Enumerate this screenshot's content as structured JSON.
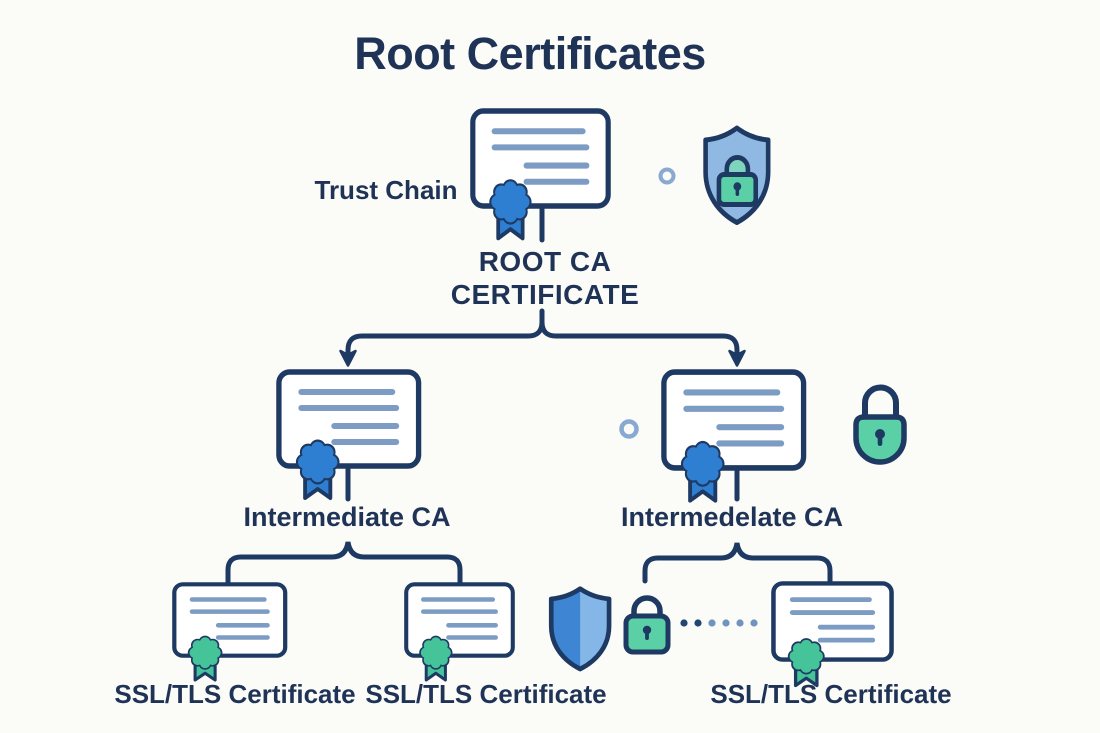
{
  "title": "Root Certificates",
  "labels": {
    "trust_chain": "Trust Chain",
    "root_ca_line1": "ROOT CA",
    "root_ca_line2": "CERTIFICATE",
    "intermediate_left": "Intermediate CA",
    "intermediate_right": "Intermedelate CA",
    "ssl_left": "SSL/TLS Certificate",
    "ssl_middle": "SSL/TLS Certificate",
    "ssl_right": "SSL/TLS Certificate"
  },
  "icons": {
    "root_certificate": "certificate-with-blue-rosette-icon",
    "trust_shield": "blue-shield-with-green-padlock-icon",
    "intermediate_left_certificate": "certificate-with-blue-rosette-icon",
    "intermediate_right_certificate": "certificate-with-blue-rosette-icon",
    "intermediate_padlock": "green-padlock-icon",
    "ssl_certificate_left": "certificate-with-green-rosette-icon",
    "ssl_certificate_middle": "certificate-with-green-rosette-icon",
    "ssl_certificate_right": "certificate-with-green-rosette-icon",
    "bottom_shield": "two-tone-blue-shield-icon",
    "bottom_padlock": "green-padlock-icon",
    "dotted_connector": "dotted-line-connector",
    "small_ring_top": "small-circle-ring",
    "small_ring_middle": "small-circle-ring"
  },
  "colors": {
    "background": "#fbfbf8",
    "outline_navy": "#1e3a63",
    "text_navy": "#1f3356",
    "badge_blue": "#2e7fd2",
    "badge_green": "#45c49a",
    "lock_green": "#5bd0a6",
    "cert_line_blue": "#7d9cc4",
    "shield_light_blue": "#8fb9e2",
    "shield_dark_blue": "#3e86d4",
    "shield_pale_blue": "#85b6e8",
    "ring_blue": "#8aa9d0",
    "dot_dark": "#24466e",
    "dot_light": "#7093bf",
    "teal_light": "#7fd4bd"
  }
}
